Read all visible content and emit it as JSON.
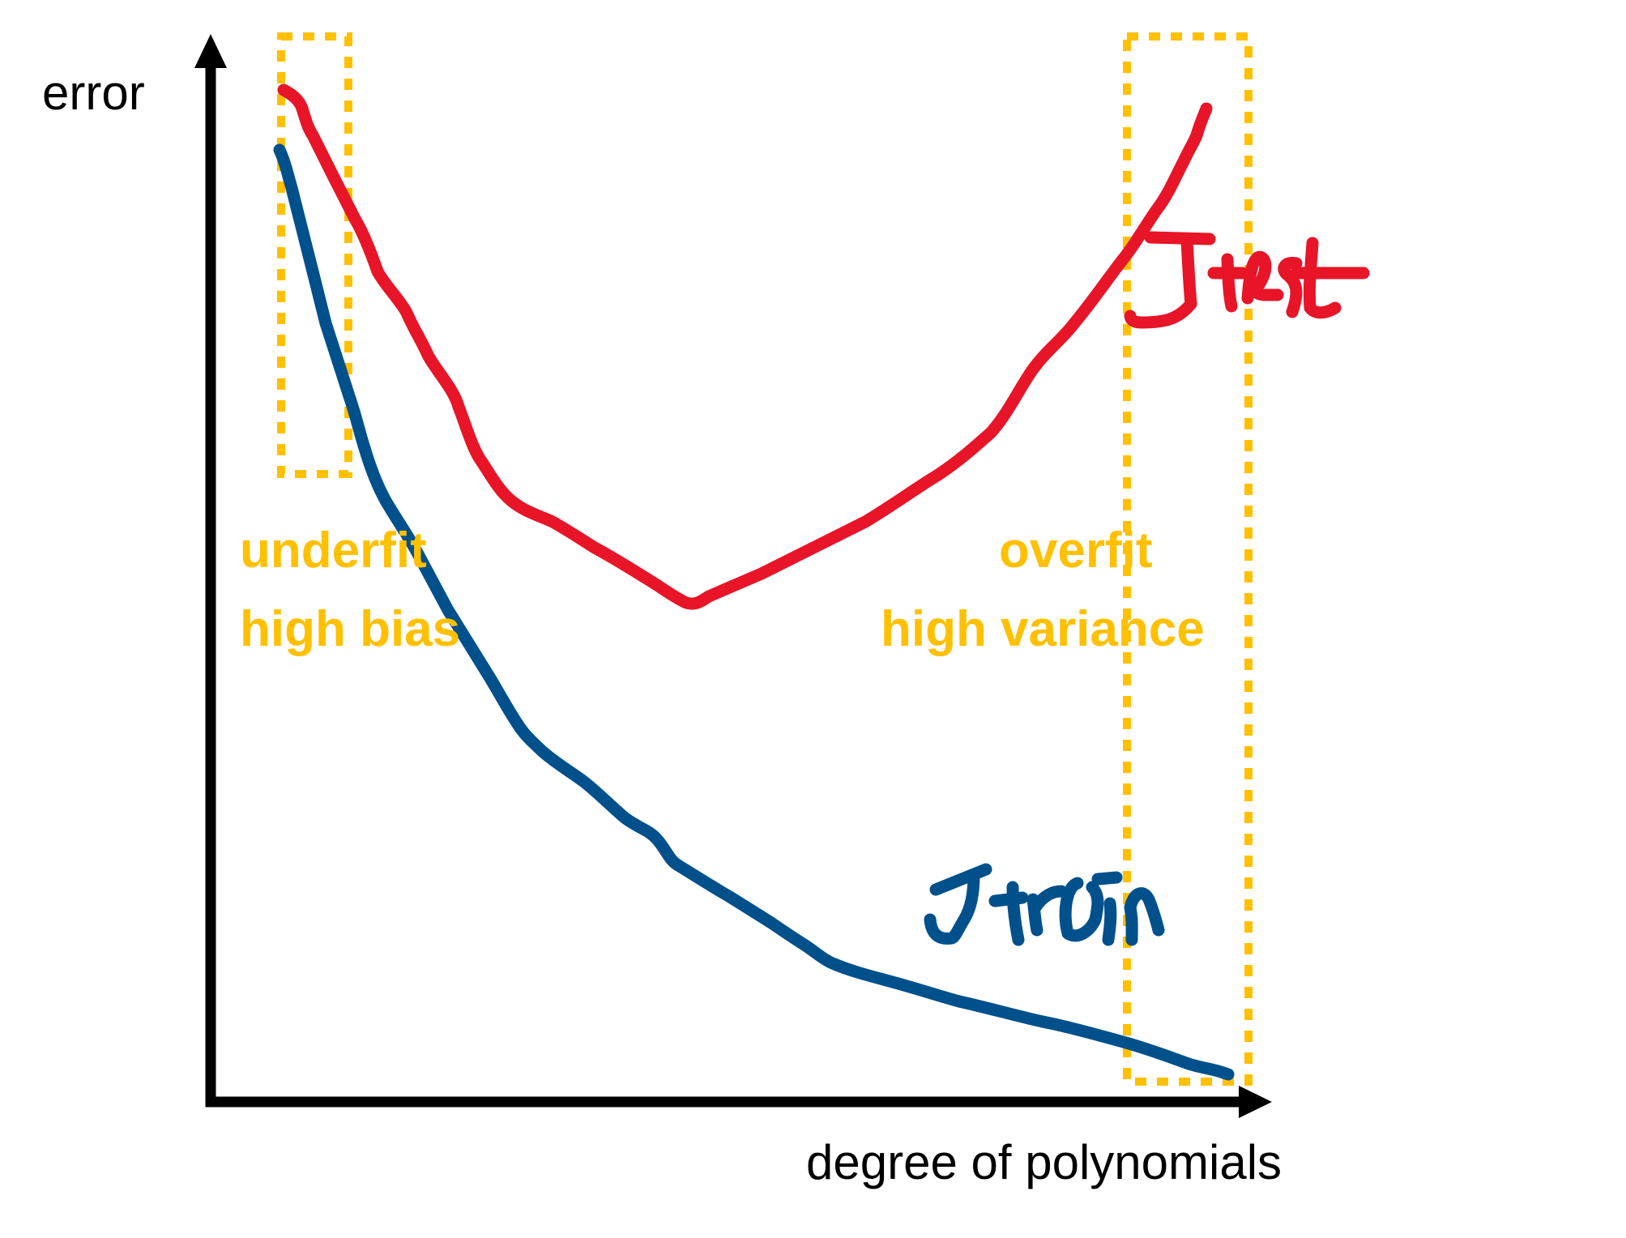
{
  "colors": {
    "background": "#FFFFFF",
    "axis": "#000000",
    "test_curve": "#E81427",
    "train_curve": "#00508C",
    "highlight": "#FFC000"
  },
  "axes": {
    "y_label": "error",
    "x_label": "degree of polynomials"
  },
  "regions": {
    "left": {
      "line1": "underfit",
      "line2": "high bias"
    },
    "right": {
      "line1": "overfit",
      "line2": "high variance"
    }
  },
  "curves": {
    "test": {
      "label": "Jtest"
    },
    "train": {
      "label": "Jtrain"
    }
  },
  "chart_data": {
    "type": "line",
    "title": "",
    "xlabel": "degree of polynomials",
    "ylabel": "error",
    "grid": false,
    "ticks": "none",
    "x": [
      1,
      2,
      3,
      4,
      5,
      6,
      7,
      8,
      9,
      10
    ],
    "series": [
      {
        "name": "Jtest",
        "color": "#E81427",
        "values": [
          0.95,
          0.72,
          0.55,
          0.47,
          0.42,
          0.46,
          0.52,
          0.62,
          0.78,
          0.97
        ]
      },
      {
        "name": "Jtrain",
        "color": "#00508C",
        "values": [
          0.9,
          0.62,
          0.45,
          0.33,
          0.24,
          0.17,
          0.12,
          0.09,
          0.06,
          0.03
        ]
      }
    ],
    "annotations": [
      {
        "text": "underfit / high bias",
        "region": "low degree (left dotted box)"
      },
      {
        "text": "overfit / high variance",
        "region": "high degree (right dotted box)"
      }
    ],
    "legend": "inline handwritten labels: Jtest near upper right of red curve, Jtrain near lower right of blue curve"
  }
}
